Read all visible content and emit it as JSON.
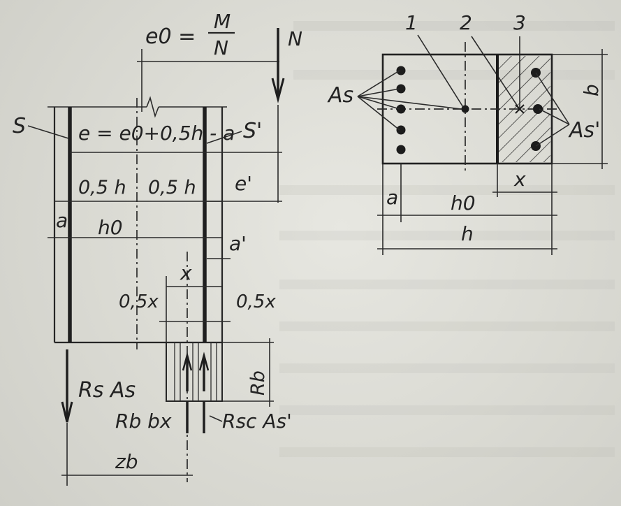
{
  "left_figure": {
    "eccentricity_formula": {
      "e0": "e0 =",
      "numerator": "M",
      "denominator": "N"
    },
    "force_N": "N",
    "reinforcement_S": "S",
    "reinforcement_S_prime": "S'",
    "eccentricity_e": "e = e0+0,5h - a",
    "half_h_left": "0,5 h",
    "half_h_right": "0,5 h",
    "e_prime": "e'",
    "a": "a",
    "h0": "h0",
    "a_prime": "a'",
    "x": "x",
    "half_x_left": "0,5x",
    "half_x_right": "0,5x",
    "Rb": "Rb",
    "Rs_As": "Rs As",
    "Rb_bx": "Rb bx",
    "Rsc_As_prime": "Rsc As'",
    "zb": "zb"
  },
  "right_figure": {
    "callout_1": "1",
    "callout_2": "2",
    "callout_3": "3",
    "As": "As",
    "As_prime": "As'",
    "b": "b",
    "x": "x",
    "a": "a",
    "h0": "h0",
    "h": "h"
  },
  "colors": {
    "paper": "#dcdcd6",
    "ink": "#232323"
  }
}
